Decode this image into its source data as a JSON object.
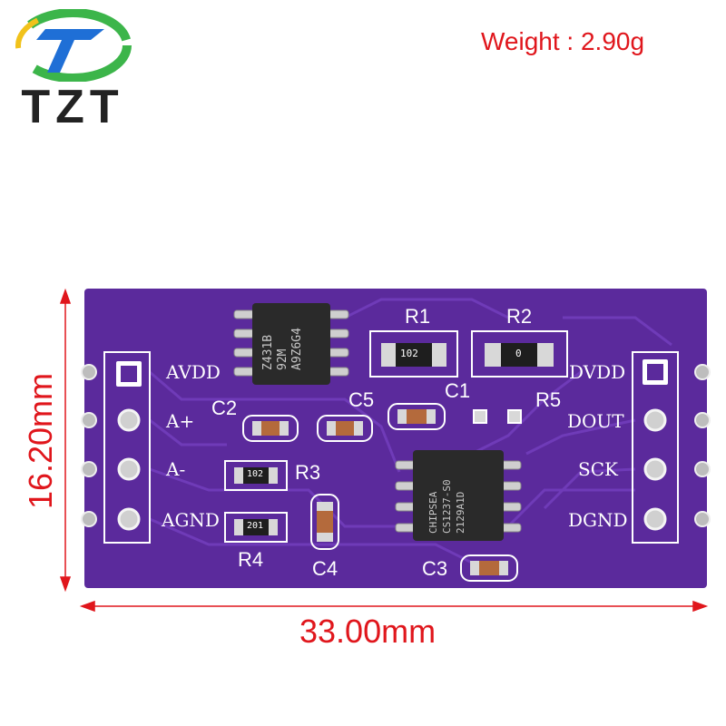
{
  "logo": {
    "text": "TZT",
    "colors": {
      "blue": "#1f6fd6",
      "green": "#3cb54a",
      "yellow": "#f1c21b"
    }
  },
  "weight": "Weight : 2.90g",
  "dimensions": {
    "width": "33.00mm",
    "height": "16.20mm"
  },
  "board": {
    "color": "#5b2a9c",
    "left_pins": [
      "AVDD",
      "A+",
      "A-",
      "AGND"
    ],
    "right_pins": [
      "DVDD",
      "DOUT",
      "SCK",
      "DGND"
    ],
    "components": {
      "R1": "R1",
      "R2": "R2",
      "R3": "R3",
      "R4": "R4",
      "R5": "R5",
      "C1": "C1",
      "C2": "C2",
      "C3": "C3",
      "C4": "C4",
      "C5": "C5"
    },
    "resistor_codes": {
      "r1": "102",
      "r2": "0",
      "r3": "102",
      "r4": "201"
    },
    "chip1_marking": [
      "Z431B",
      "92M",
      "A9Z6G4"
    ],
    "chip2_marking": [
      "CHIPSEA",
      "CS1237-S0",
      "2129A1D"
    ]
  }
}
